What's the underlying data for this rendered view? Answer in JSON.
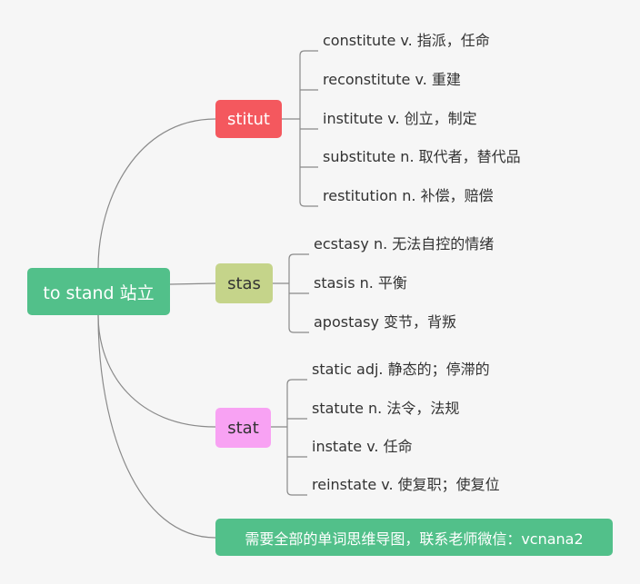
{
  "root": {
    "label": "to stand 站立"
  },
  "branches": [
    {
      "key": "stitut",
      "label": "stitut",
      "color": "#f4585e",
      "leaves": [
        "constitute v. 指派，任命",
        "reconstitute v. 重建",
        "institute v. 创立，制定",
        "substitute n. 取代者，替代品",
        "restitution n. 补偿，赔偿"
      ]
    },
    {
      "key": "stas",
      "label": "stas",
      "color": "#c5d48a",
      "leaves": [
        "ecstasy n. 无法自控的情绪",
        "stasis n. 平衡",
        "apostasy 变节，背叛"
      ]
    },
    {
      "key": "stat",
      "label": "stat",
      "color": "#f8a2f3",
      "leaves": [
        "static adj. 静态的；停滞的",
        "statute n. 法令，法规",
        "instate v. 任命",
        "reinstate v. 使复职；使复位"
      ]
    }
  ],
  "note": {
    "label": "需要全部的单词思维导图，联系老师微信：vcnana2"
  }
}
